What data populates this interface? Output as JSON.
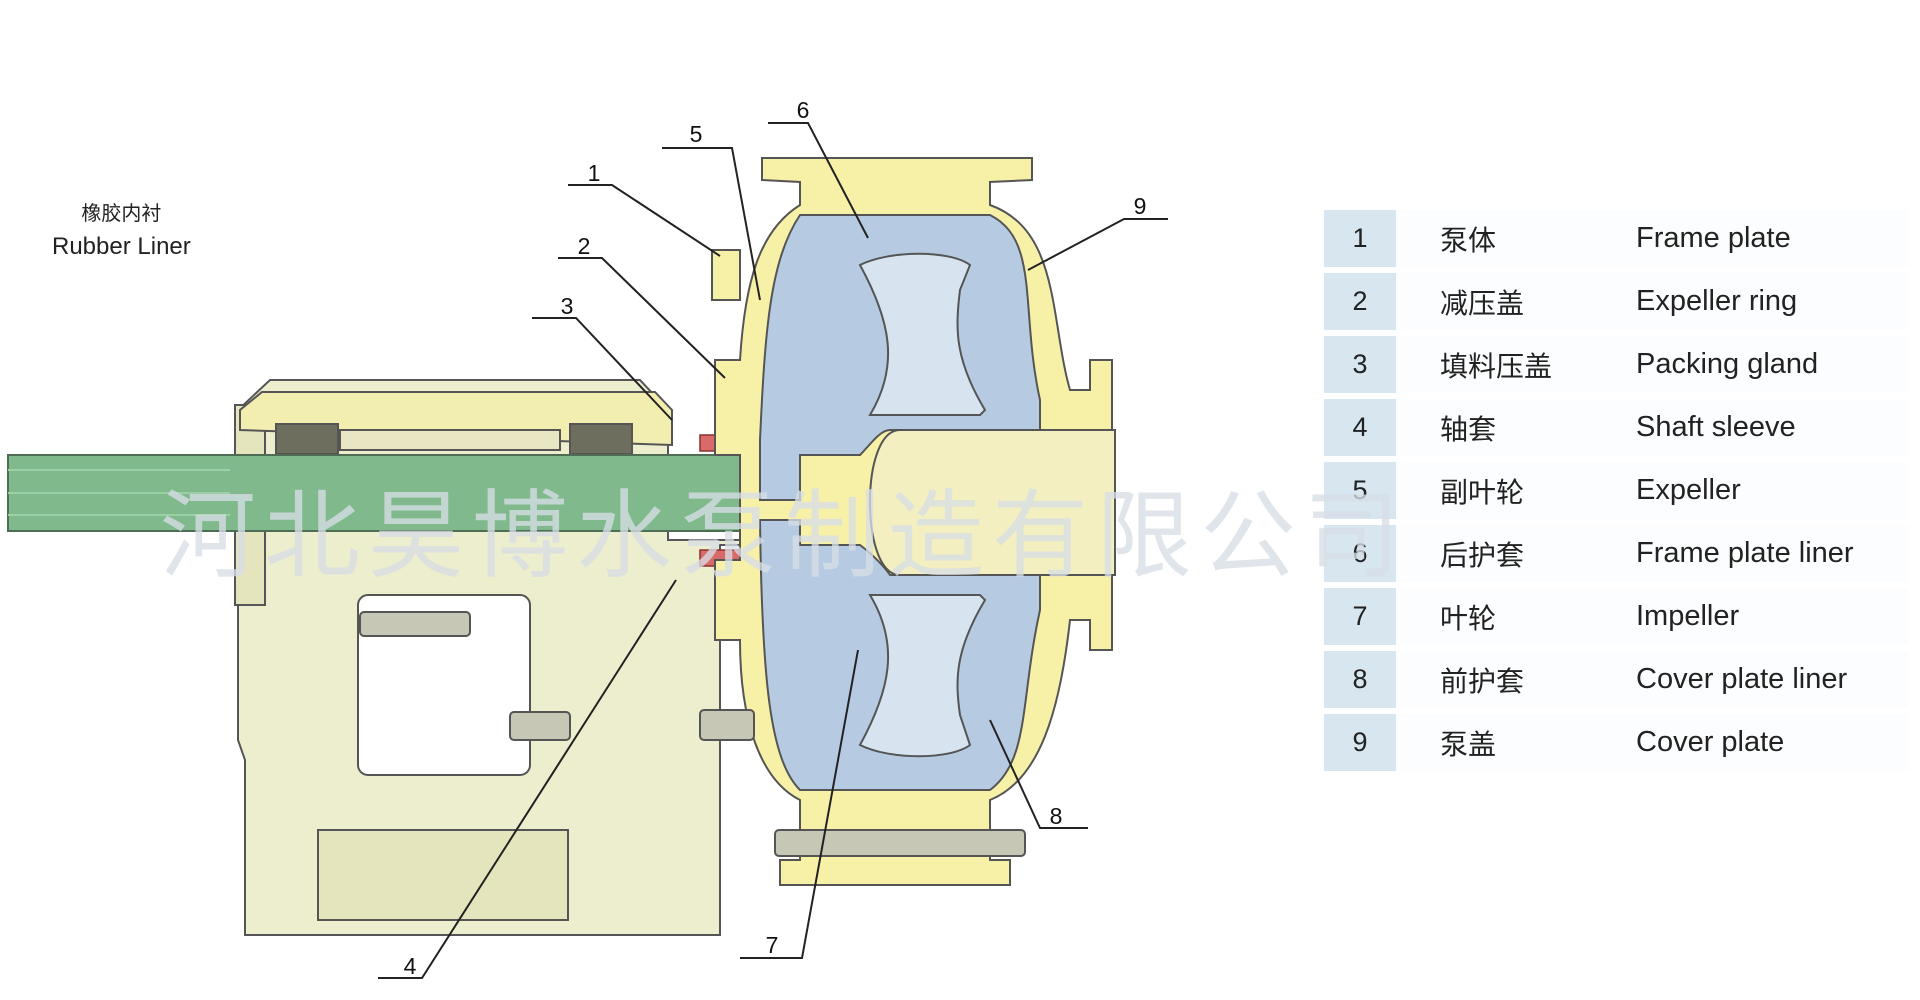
{
  "legend_title": {
    "cn": "橡胶内衬",
    "en": "Rubber Liner"
  },
  "callouts": [
    "1",
    "2",
    "3",
    "4",
    "5",
    "6",
    "7",
    "8",
    "9"
  ],
  "parts": [
    {
      "no": "1",
      "cn": "泵体",
      "en": "Frame plate"
    },
    {
      "no": "2",
      "cn": "减压盖",
      "en": "Expeller ring"
    },
    {
      "no": "3",
      "cn": "填料压盖",
      "en": "Packing gland"
    },
    {
      "no": "4",
      "cn": "轴套",
      "en": "Shaft sleeve"
    },
    {
      "no": "5",
      "cn": "副叶轮",
      "en": "Expeller"
    },
    {
      "no": "6",
      "cn": "后护套",
      "en": "Frame plate liner"
    },
    {
      "no": "7",
      "cn": "叶轮",
      "en": "Impeller"
    },
    {
      "no": "8",
      "cn": "前护套",
      "en": "Cover plate liner"
    },
    {
      "no": "9",
      "cn": "泵盖",
      "en": "Cover plate"
    }
  ],
  "watermark": "河北昊博水泵制造有限公司",
  "colors": {
    "casing": "#f7f1a8",
    "liner": "#b6cbe2",
    "shaft": "#7fb98c",
    "frame": "#edeecd",
    "table_number_bg": "#d7e6ef"
  }
}
